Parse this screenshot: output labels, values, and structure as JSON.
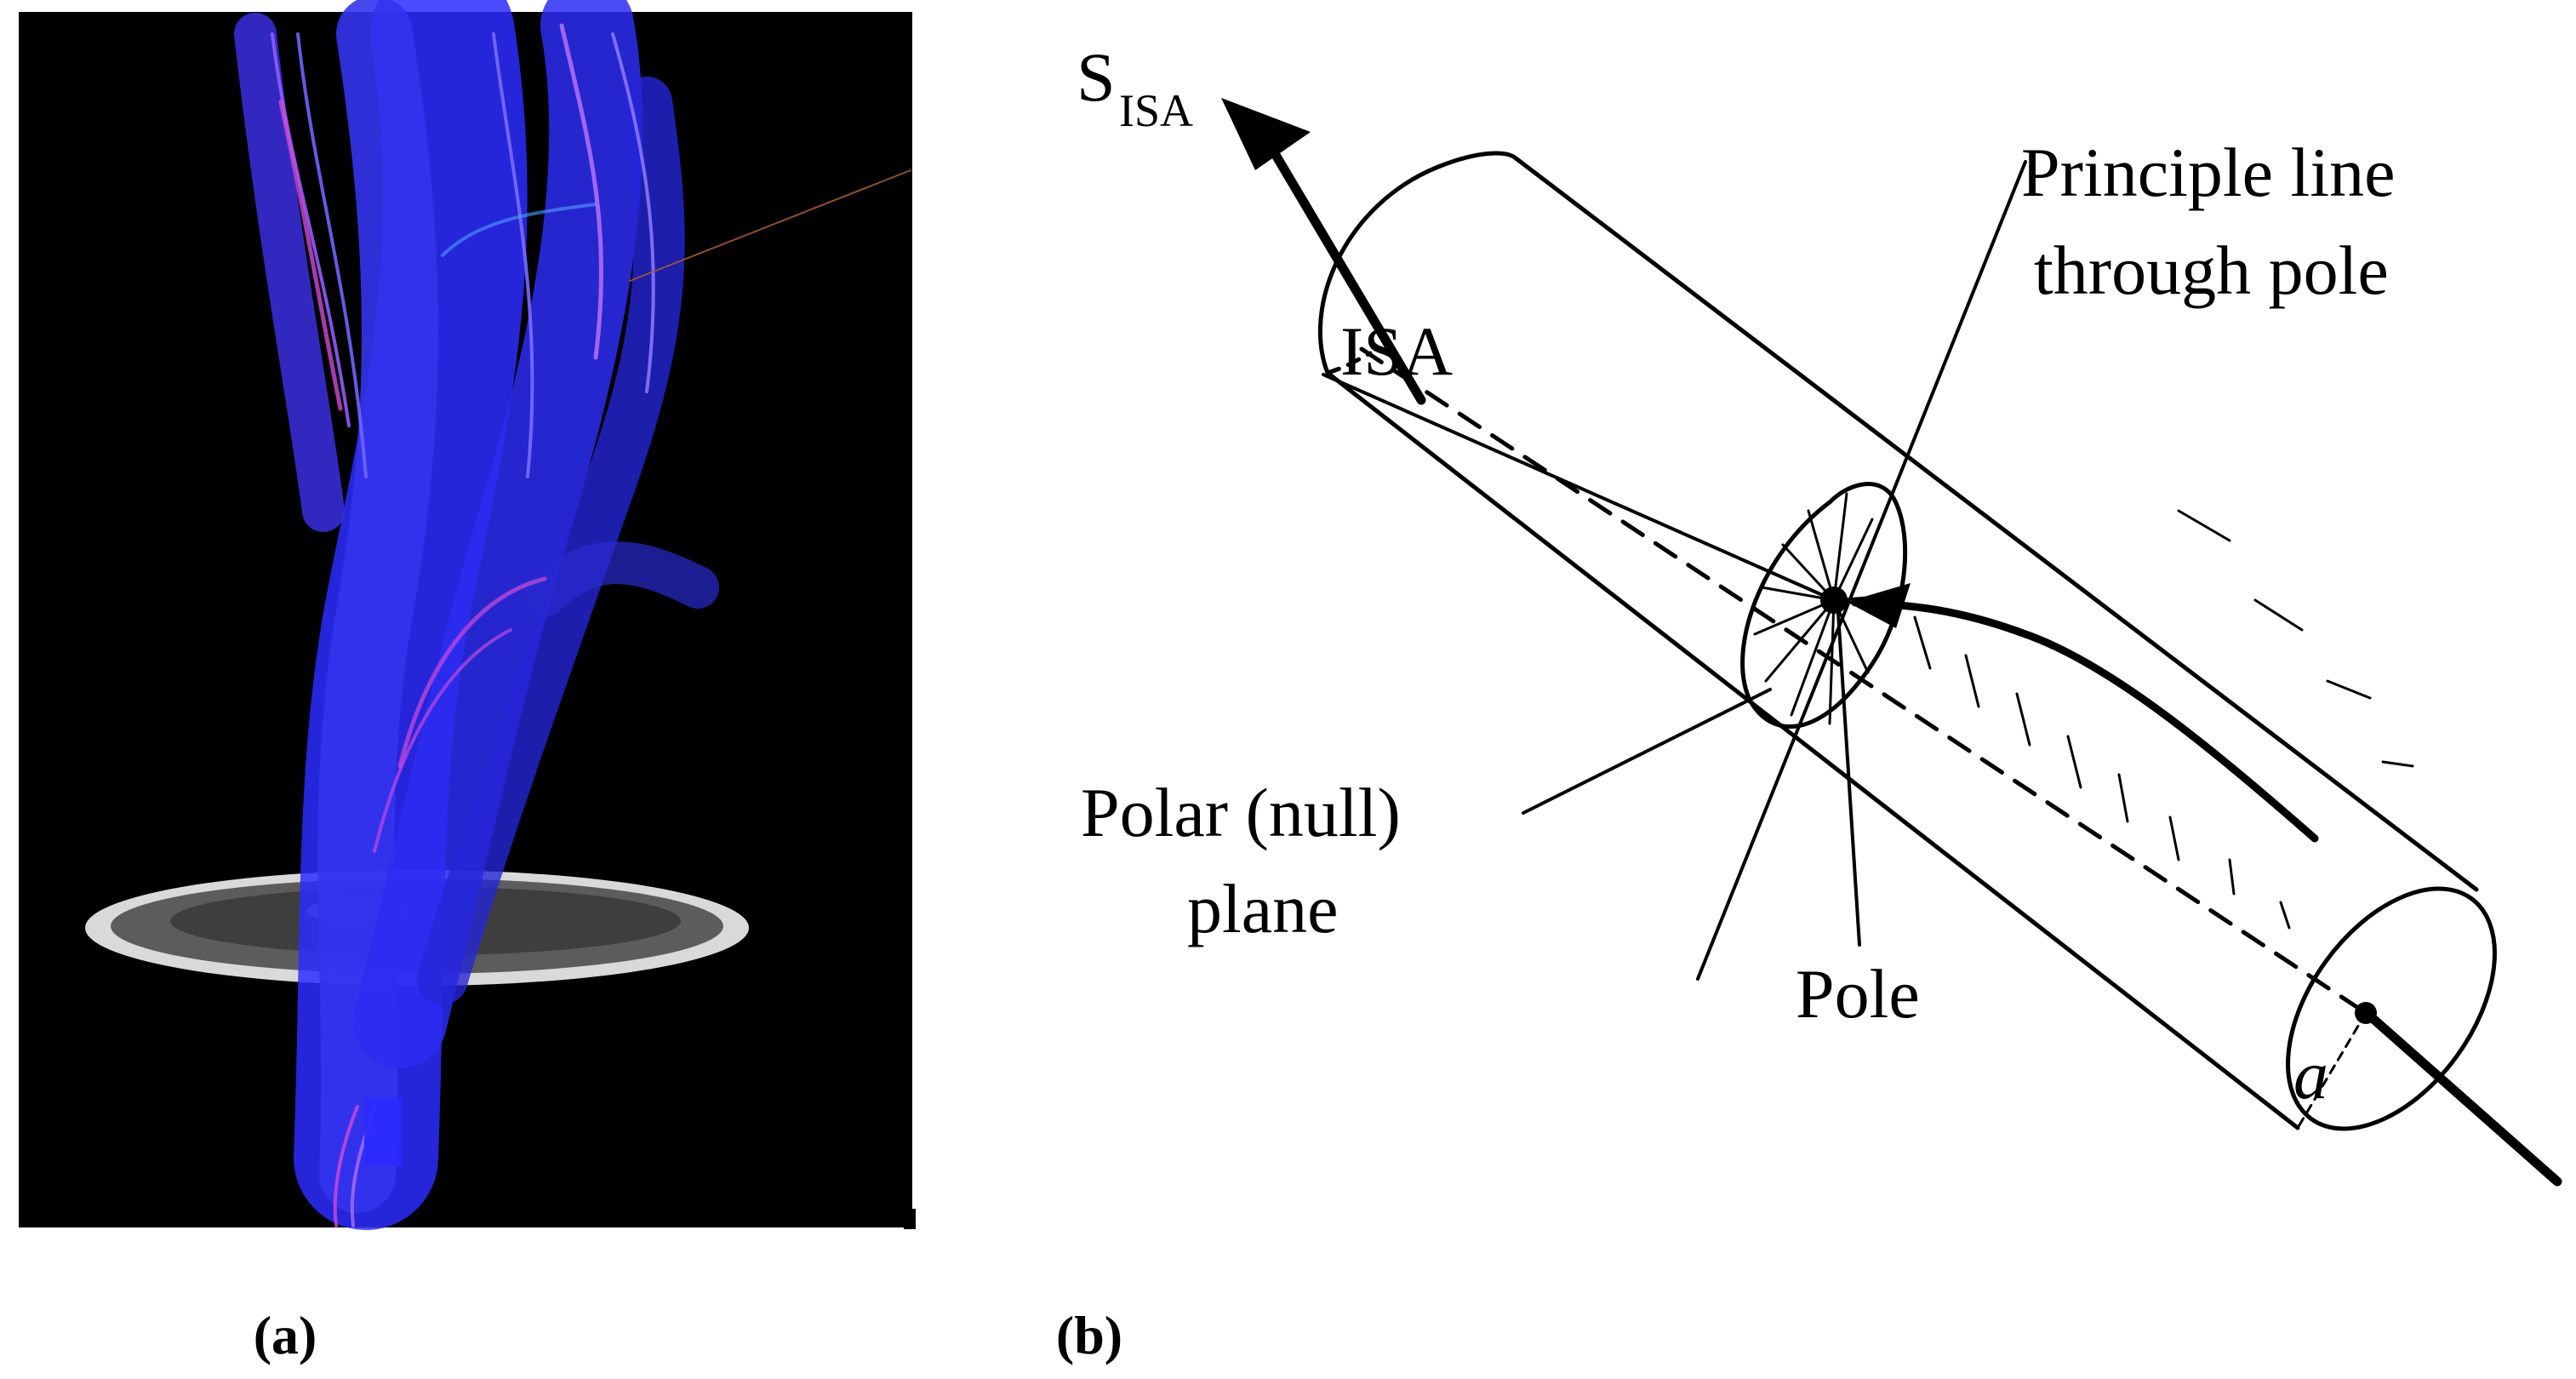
{
  "figure": {
    "panel_a": {
      "caption": "(a)"
    },
    "panel_b": {
      "caption": "(b)",
      "axis_label_main": "S",
      "axis_label_sub": "ISA",
      "isa_label": "ISA",
      "principle_line_label_line1": "Principle line",
      "principle_line_label_line2": "through pole",
      "polar_plane_label_line1": "Polar (null)",
      "polar_plane_label_line2": "plane",
      "pole_label": "Pole",
      "radius_label": "a"
    }
  }
}
